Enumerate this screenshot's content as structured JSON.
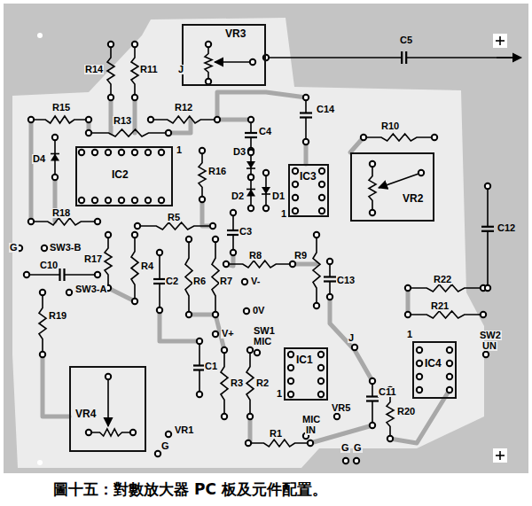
{
  "diagram": {
    "caption": "圖十五：對數放大器 PC 板及元件配置。",
    "nodes": [
      {
        "text": [
          "VR3"
        ]
      },
      {
        "text": [
          "IC2"
        ]
      },
      {
        "text": [
          "IC3"
        ]
      },
      {
        "text": [
          "VR2"
        ]
      },
      {
        "text": [
          "IC1"
        ]
      },
      {
        "text": [
          "IC4"
        ]
      },
      {
        "text": [
          "VR4"
        ]
      }
    ],
    "labels": [
      "R14",
      "R11",
      "J",
      "C5",
      "R15",
      "R13",
      "R12",
      "C14",
      "R10",
      "C4",
      "D4",
      "1",
      "D3",
      "R16",
      "D2",
      "D1",
      "1",
      "R18",
      "R5",
      "C3",
      "C12",
      "G",
      "SW3-B",
      "R17",
      "C10",
      "R8",
      "R9",
      "R4",
      "SW3-A",
      "C2",
      "R6",
      "R7",
      "V-",
      "C13",
      "R22",
      "R19",
      "0V",
      "R21",
      "V+",
      "SW1",
      "MIC",
      "1",
      "SW2",
      "UN",
      "J",
      "C1",
      "R3",
      "R2",
      "1",
      "C11",
      "VR5",
      "R20",
      "VR1",
      "R1",
      "MIC",
      "IN",
      "G",
      "G",
      "G"
    ]
  }
}
